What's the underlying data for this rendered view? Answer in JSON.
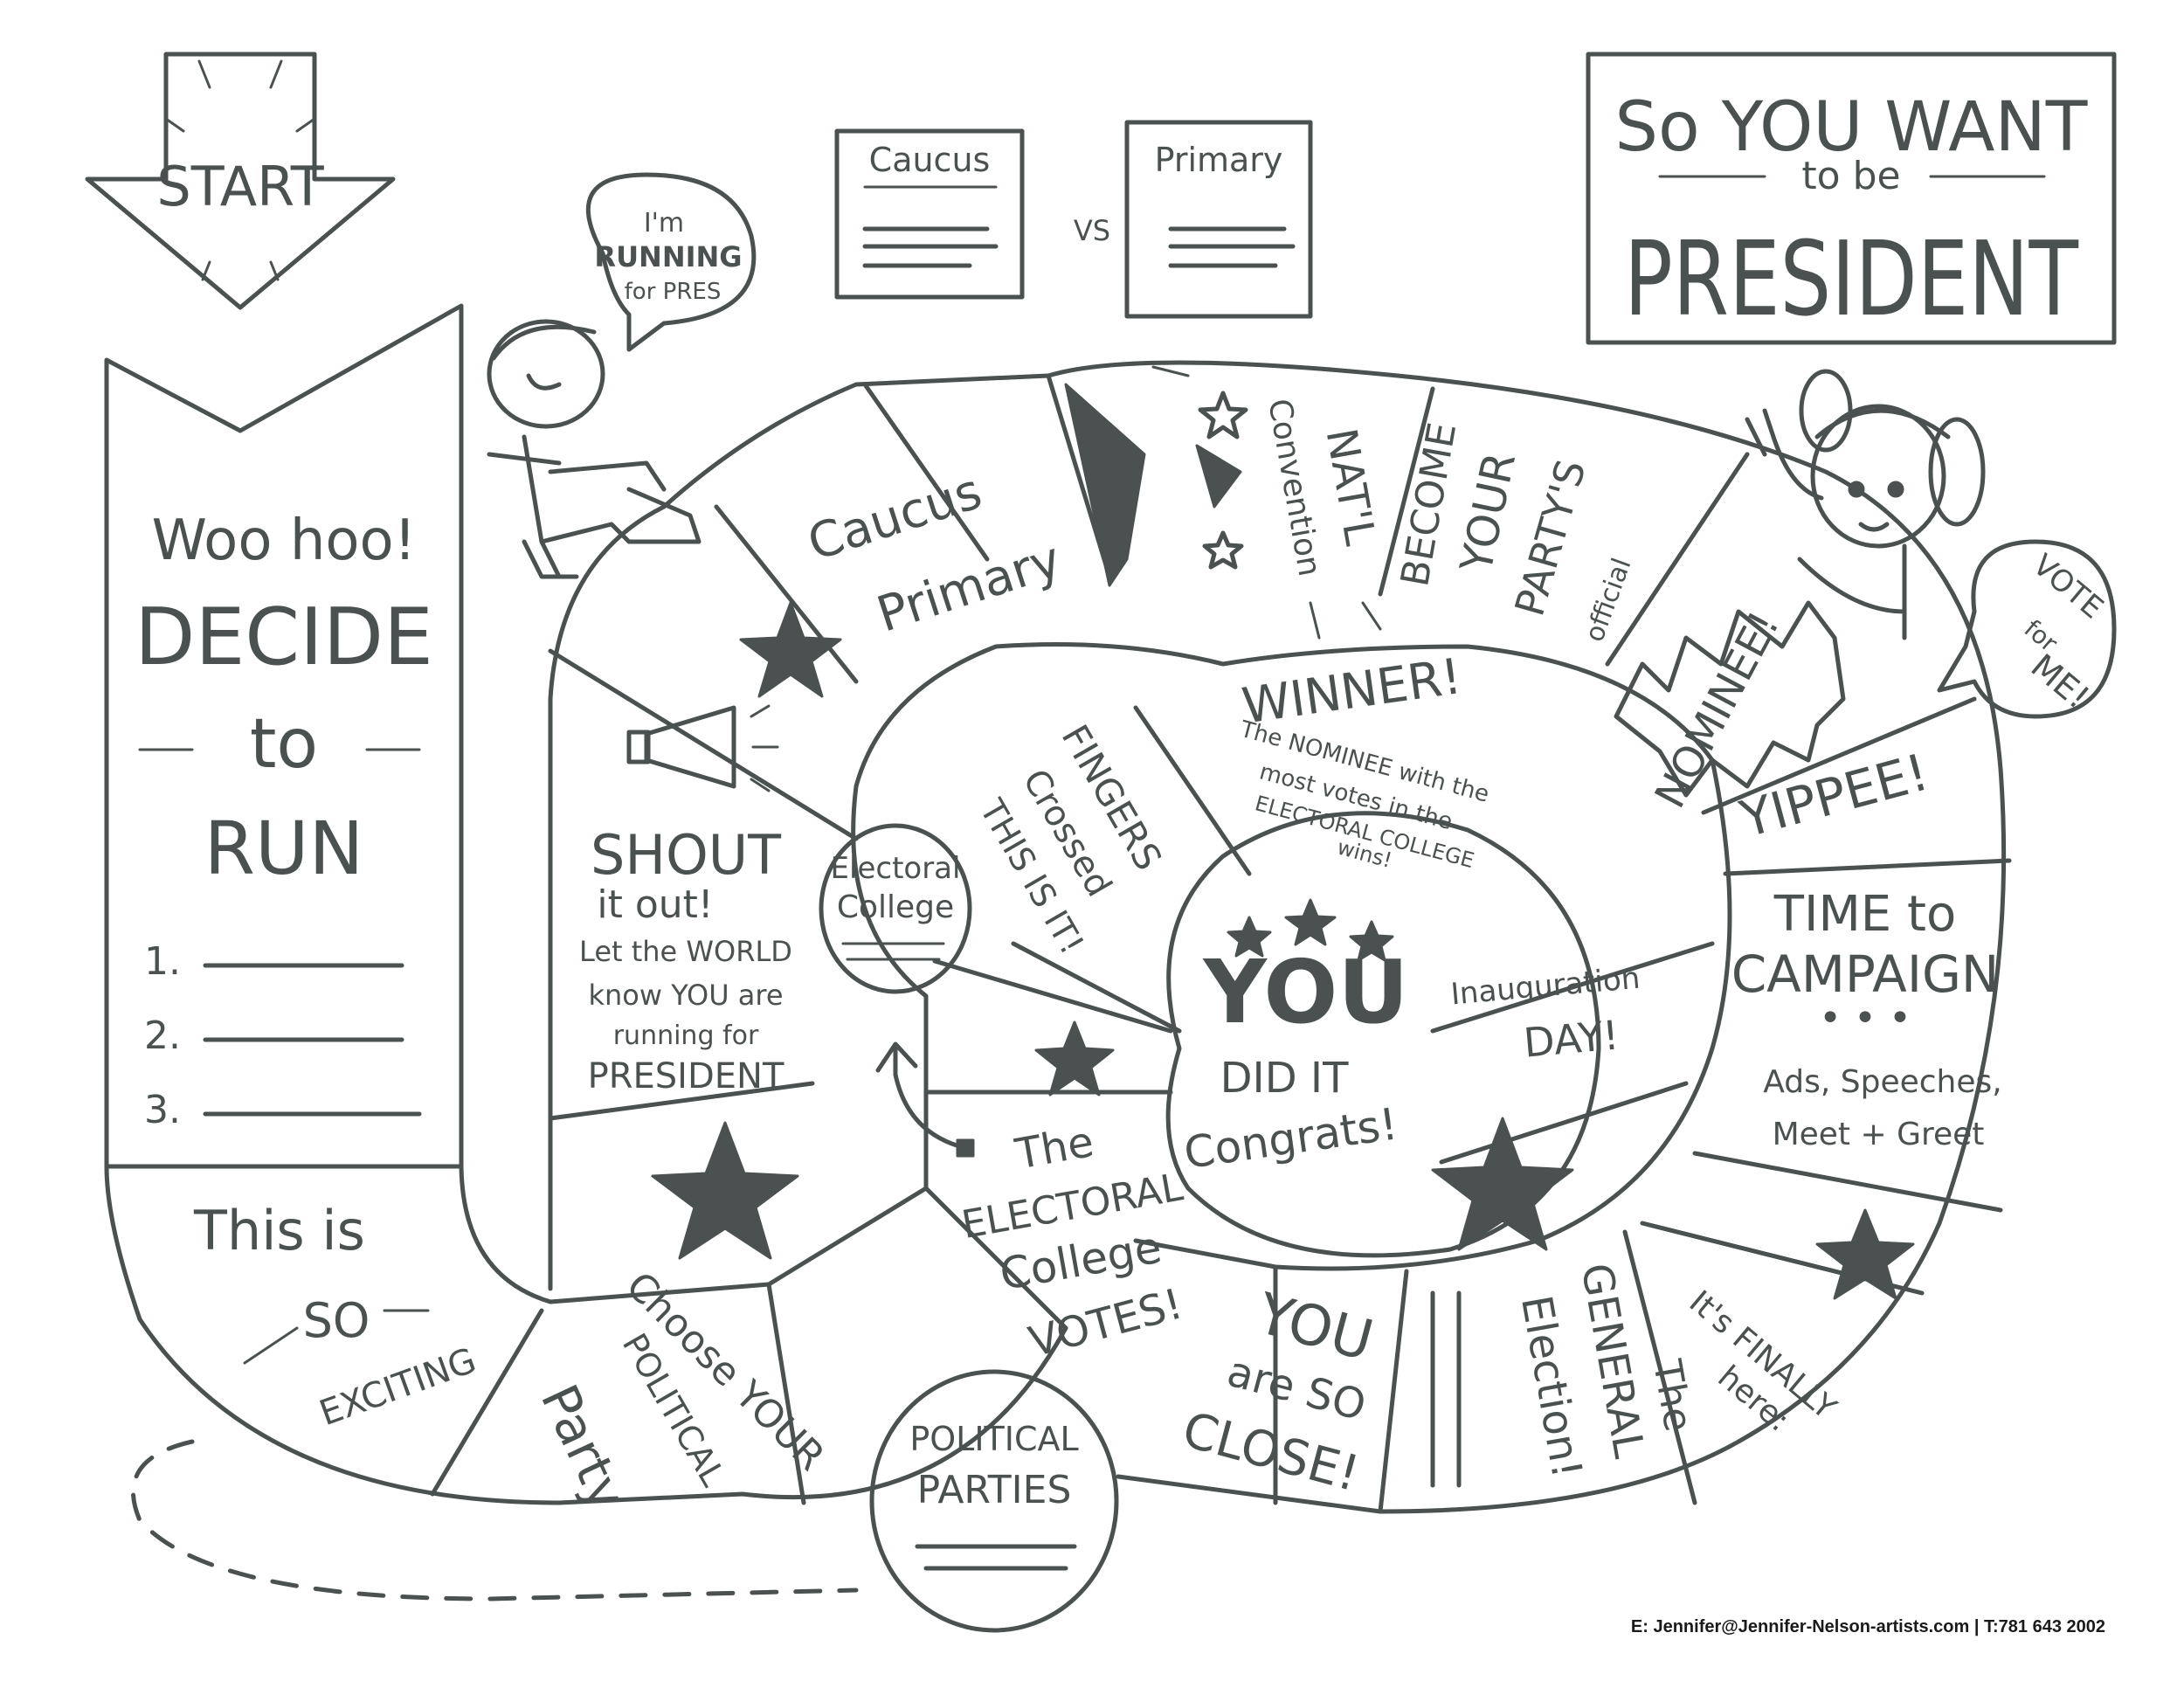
{
  "title": {
    "line1": "So YOU WANT",
    "line2": "to be",
    "line3": "PRESIDENT"
  },
  "start": {
    "label": "START"
  },
  "compare": {
    "left": "Caucus",
    "vs": "VS",
    "right": "Primary"
  },
  "boy_bubble": {
    "line1": "I'm",
    "line2": "RUNNING",
    "line3": "for PRES"
  },
  "girl_bubble": {
    "line1": "VOTE",
    "line2": "for",
    "line3": "ME!"
  },
  "column": {
    "woohoo": "Woo hoo!",
    "decide": "DECIDE",
    "to": "to",
    "run": "RUN",
    "list": [
      "1.",
      "2.",
      "3."
    ]
  },
  "spaces": {
    "exciting": {
      "line1": "This is",
      "line2": "SO",
      "line3": "EXCITING"
    },
    "choose": {
      "line1": "Choose YOUR",
      "line2": "POLITICAL",
      "line3": "Party"
    },
    "shout": {
      "line1": "SHOUT",
      "line2": "it out!",
      "line3": "Let the WORLD",
      "line4": "know YOU are",
      "line5": "running for",
      "line6": "PRESIDENT"
    },
    "caucus": "Caucus",
    "primary": "Primary",
    "convention": {
      "line1": "NAT'L",
      "line2": "Convention"
    },
    "nominee": {
      "line1": "BECOME",
      "line2": "YOUR",
      "line3": "PARTY'S",
      "line4": "official",
      "line5": "NOMINEE!"
    },
    "yippee": "YIPPEE!",
    "campaign": {
      "line1": "TIME to",
      "line2": "CAMPAIGN",
      "line3": "Ads, Speeches,",
      "line4": "Meet + Greet"
    },
    "finally": {
      "line1": "It's FINALLY",
      "line2": "here:"
    },
    "general": {
      "line1": "The",
      "line2": "GENERAL",
      "line3": "Election!"
    },
    "close": {
      "line1": "YOU",
      "line2": "are SO",
      "line3": "CLOSE!"
    },
    "electoral_votes": {
      "line1": "The",
      "line2": "ELECTORAL",
      "line3": "College",
      "line4": "VOTES!"
    },
    "fingers": {
      "line1": "FINGERS",
      "line2": "Crossed",
      "line3": "THIS IS IT!"
    },
    "winner": {
      "line1": "WINNER!",
      "line2": "The NOMINEE with the",
      "line3": "most votes in the",
      "line4": "ELECTORAL COLLEGE",
      "line5": "wins!"
    },
    "inauguration": {
      "line1": "Inauguration",
      "line2": "DAY!"
    },
    "center": {
      "line1": "YOU",
      "line2": "DID IT",
      "line3": "Congrats!"
    }
  },
  "circles": {
    "electoral": {
      "line1": "Electoral",
      "line2": "College"
    },
    "parties": {
      "line1": "POLITICAL",
      "line2": "PARTIES"
    }
  },
  "footer": "E: Jennifer@Jennifer-Nelson-artists.com | T:781 643 2002"
}
